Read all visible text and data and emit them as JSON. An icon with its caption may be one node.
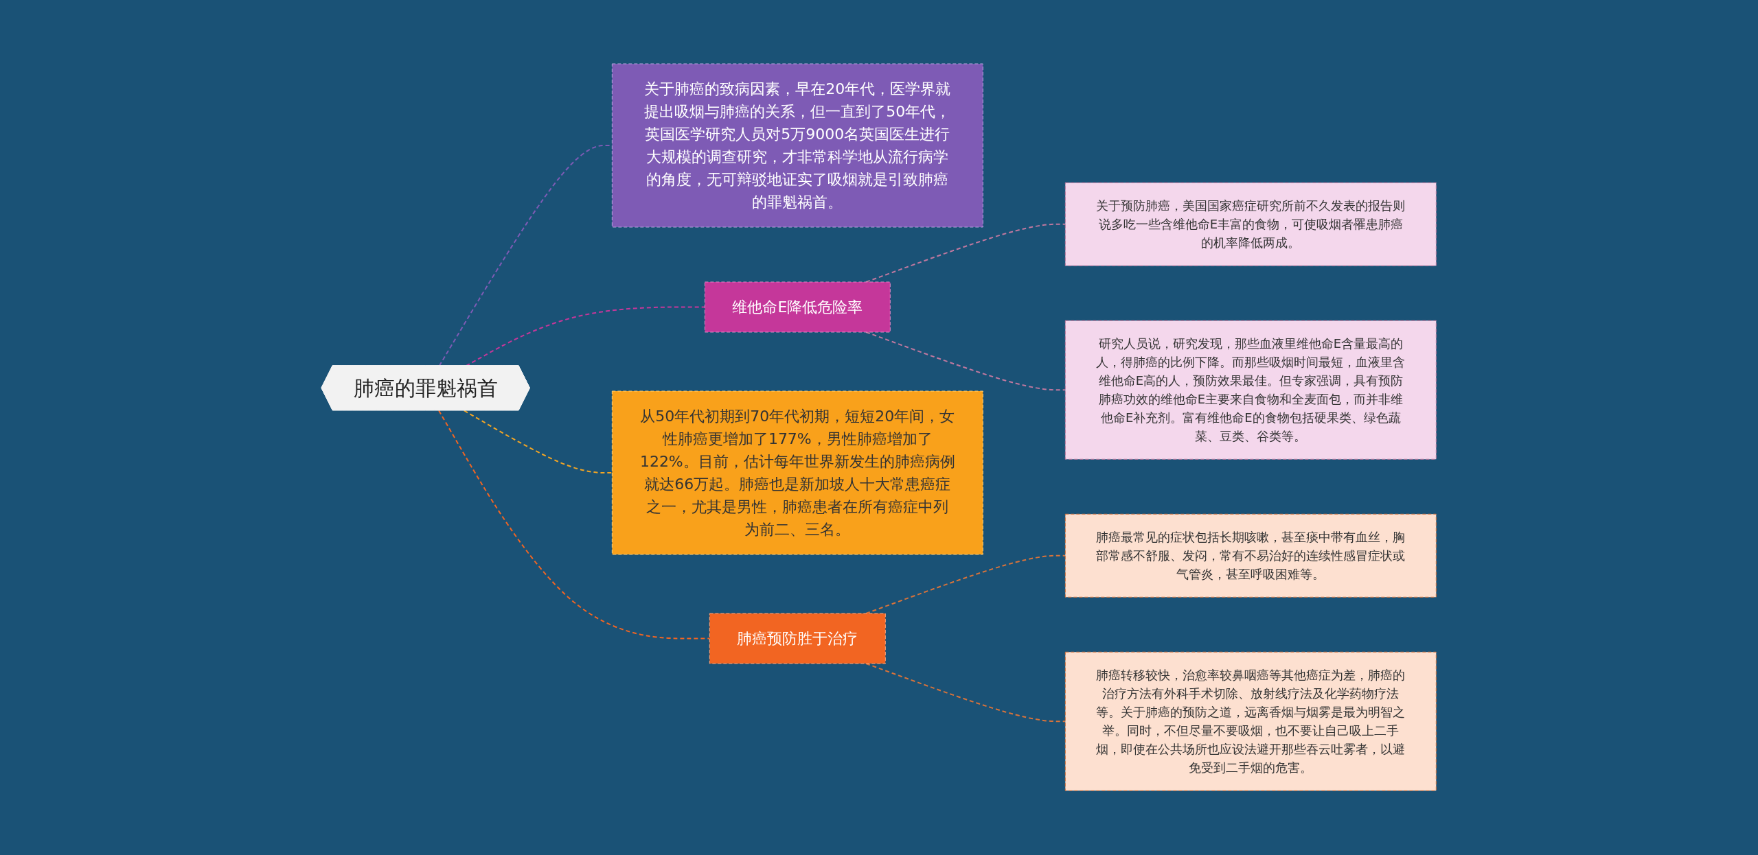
{
  "diagram": {
    "nodes": [
      {
        "text": [
          "肺癌的罪魁祸首"
        ]
      },
      {
        "text": [
          "关于肺癌的致病因素，早在20年代，医学界就提出吸烟与肺癌的关系，但一直到了50年代，英国医学研究人员对5万9000名英国医生进行大规模的调查研究，才非常科学地从流行病学的角度，无可辩驳地证实了吸烟就是引致肺癌的罪魁祸首。"
        ]
      },
      {
        "text": [
          "维他命E降低危险率"
        ]
      },
      {
        "text": [
          "关于预防肺癌，美国国家癌症研究所前不久发表的报告则说多吃一些含维他命E丰富的食物，可使吸烟者罹患肺癌的机率降低两成。"
        ]
      },
      {
        "text": [
          "研究人员说，研究发现，那些血液里维他命E含量最高的人，得肺癌的比例下降。而那些吸烟时间最短，血液里含维他命E高的人，预防效果最佳。但专家强调，具有预防肺癌功效的维他命E主要来自食物和全麦面包，而并非维他命E补充剂。富有维他命E的食物包括硬果类、绿色蔬菜、豆类、谷类等。"
        ]
      },
      {
        "text": [
          "从50年代初期到70年代初期，短短20年间，女性肺癌更增加了177%，男性肺癌增加了122%。目前，估计每年世界新发生的肺癌病例就达66万起。肺癌也是新加坡人十大常患癌症之一，尤其是男性，肺癌患者在所有癌症中列为前二、三名。"
        ]
      },
      {
        "text": [
          "肺癌预防胜于治疗"
        ]
      },
      {
        "text": [
          "肺癌最常见的症状包括长期咳嗽，甚至痰中带有血丝，胸部常感不舒服、发闷，常有不易治好的连续性感冒症状或气管炎，甚至呼吸困难等。"
        ]
      },
      {
        "text": [
          "肺癌转移较快，治愈率较鼻咽癌等其他癌症为差，肺癌的治疗方法有外科手术切除、放射线疗法及化学药物疗法等。关于肺癌的预防之道，远离香烟与烟雾是最为明智之举。同时，不但尽量不要吸烟，也不要让自己吸上二手烟，即使在公共场所也应设法避开那些吞云吐雾者，以避免受到二手烟的危害。"
        ]
      }
    ],
    "edges": [
      {
        "from": 0,
        "to": 1,
        "arrow": "none",
        "style": "dashed",
        "color": "#7e5bb5"
      },
      {
        "from": 0,
        "to": 2,
        "arrow": "none",
        "style": "dashed",
        "color": "#c5379a"
      },
      {
        "from": 2,
        "to": 3,
        "arrow": "none",
        "style": "dashed",
        "color": "#c0789f"
      },
      {
        "from": 2,
        "to": 4,
        "arrow": "none",
        "style": "dashed",
        "color": "#c0789f"
      },
      {
        "from": 0,
        "to": 5,
        "arrow": "none",
        "style": "dashed",
        "color": "#f5a623"
      },
      {
        "from": 0,
        "to": 6,
        "arrow": "none",
        "style": "dashed",
        "color": "#f26522"
      },
      {
        "from": 6,
        "to": 7,
        "arrow": "none",
        "style": "dashed",
        "color": "#d9733a"
      },
      {
        "from": 6,
        "to": 8,
        "arrow": "none",
        "style": "dashed",
        "color": "#d9733a"
      }
    ]
  }
}
